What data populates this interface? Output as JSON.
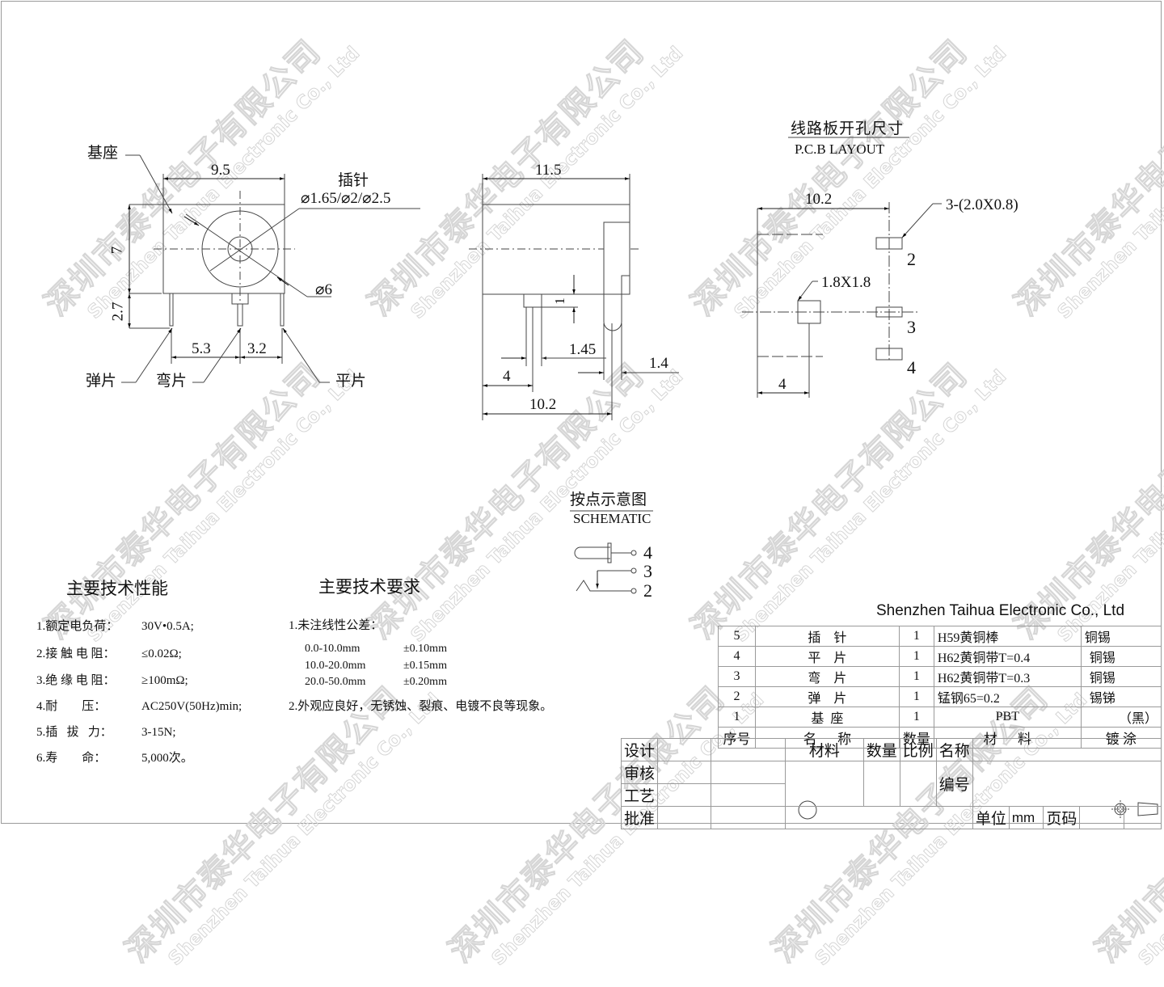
{
  "watermark": {
    "cn": "深圳市泰华电子有限公司",
    "en": "Shenzhen Taihua Electronic Co., Ltd"
  },
  "front_view": {
    "label_base": "基座",
    "label_pin": "插针",
    "pin_diameters": "⌀1.65/⌀2/⌀2.5",
    "outer_diameter": "⌀6",
    "dim_width": "9.5",
    "dim_height": "7",
    "dim_leg": "2.7",
    "dim_left_spacing": "5.3",
    "dim_right_spacing": "3.2",
    "label_spring": "弹片",
    "label_bent": "弯片",
    "label_flat": "平片"
  },
  "side_view": {
    "dim_length": "11.5",
    "dim_step": "1",
    "dim_pin_width": "1.45",
    "dim_tab": "1.4",
    "dim_front": "4",
    "dim_total": "10.2"
  },
  "pcb_layout": {
    "title_cn": "线路板开孔尺寸",
    "title_en": "P.C.B LAYOUT",
    "dim_span": "10.2",
    "slot_note": "3-(2.0X0.8)",
    "square_note": "1.8X1.8",
    "dim_offset": "4",
    "pin_labels": [
      "2",
      "3",
      "4"
    ]
  },
  "schematic": {
    "title_cn": "按点示意图",
    "title_en": "SCHEMATIC",
    "pins": [
      "4",
      "3",
      "2"
    ]
  },
  "specs": {
    "title": "主要技术性能",
    "items": [
      {
        "label": "1.额定电负荷：",
        "value": "30V•0.5A;"
      },
      {
        "label": "2.接 触 电 阻：",
        "value": "≤0.02Ω;"
      },
      {
        "label": "3.绝 缘 电 阻：",
        "value": "≥100mΩ;"
      },
      {
        "label": "4.耐        压：",
        "value": "AC250V(50Hz)min;"
      },
      {
        "label": "5.插   拔   力：",
        "value": "3-15N;"
      },
      {
        "label": "6.寿        命：",
        "value": "5,000次。"
      }
    ]
  },
  "requirements": {
    "title": "主要技术要求",
    "item1": "1.未注线性公差：",
    "tolerances": [
      {
        "range": "0.0-10.0mm",
        "tol": "±0.10mm"
      },
      {
        "range": "10.0-20.0mm",
        "tol": "±0.15mm"
      },
      {
        "range": "20.0-50.0mm",
        "tol": "±0.20mm"
      }
    ],
    "item2": "2.外观应良好，无锈蚀、裂痕、电镀不良等现象。"
  },
  "company": "Shenzhen Taihua Electronic Co., Ltd",
  "bom": {
    "rows": [
      {
        "no": "5",
        "name": "插    针",
        "qty": "1",
        "material": "H59黄铜棒",
        "finish": "铜锡"
      },
      {
        "no": "4",
        "name": "平    片",
        "qty": "1",
        "material": "H62黄铜带T=0.4",
        "finish": "铜锡"
      },
      {
        "no": "3",
        "name": "弯    片",
        "qty": "1",
        "material": "H62黄铜带T=0.3",
        "finish": "铜锡"
      },
      {
        "no": "2",
        "name": "弹    片",
        "qty": "1",
        "material": "锰钢65=0.2",
        "finish": "锡锑"
      },
      {
        "no": "1",
        "name": "基  座",
        "qty": "1",
        "material": "PBT",
        "finish": "（黑）"
      }
    ],
    "header": {
      "no": "序号",
      "name": "名      称",
      "qty": "数量",
      "material": "材      料",
      "finish": "镀 涂"
    }
  },
  "title_block": {
    "design": "设计",
    "review": "审核",
    "process": "工艺",
    "approve": "批准",
    "material": "材料",
    "quantity": "数量",
    "scale": "比例",
    "name": "名称",
    "number": "编号",
    "unit_label": "单位",
    "unit_value": "mm",
    "page_label": "页码"
  }
}
